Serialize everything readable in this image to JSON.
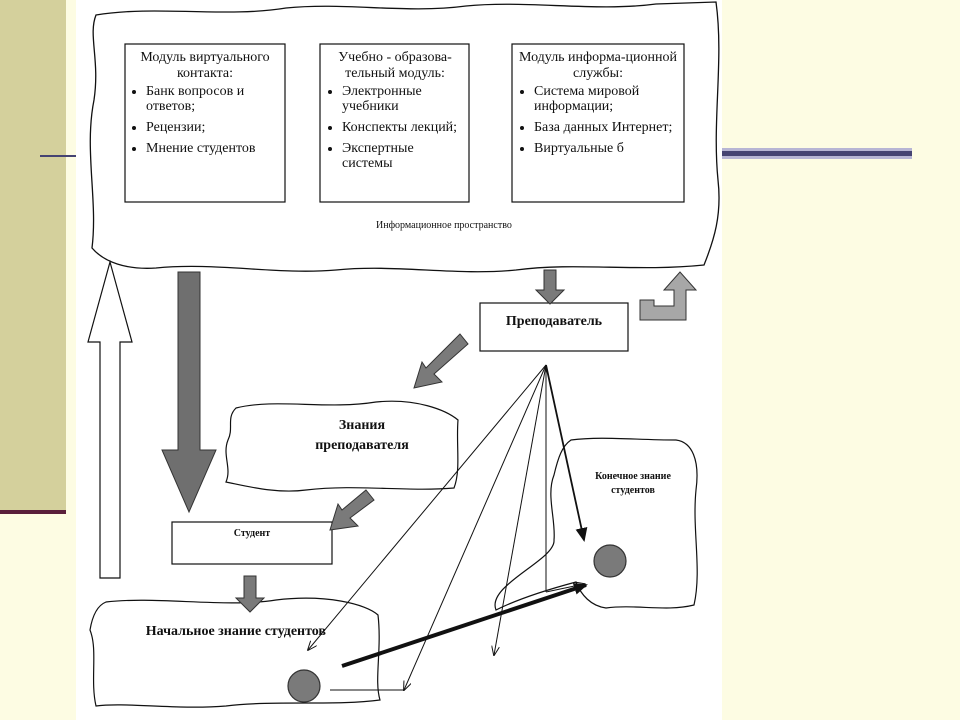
{
  "modules": [
    {
      "title": "Модуль виртуального контакта:",
      "items": [
        "Банк вопросов и ответов;",
        "Рецензии;",
        "Мнение студентов"
      ]
    },
    {
      "title": "Учебно - образова-тельный модуль:",
      "items": [
        "Электронные учебники",
        "Конспекты лекций;",
        "Экспертные системы"
      ]
    },
    {
      "title": "Модуль информа-ционной службы:",
      "items": [
        "Система мировой информации;",
        "База данных Интернет;",
        "Виртуальные б"
      ]
    }
  ],
  "info_space_label": "Информационное пространство",
  "teacher_label": "Преподаватель",
  "teacher_knowledge_label": "Знания преподавателя",
  "student_label": "Студент",
  "initial_knowledge_label": "Начальное знание студентов",
  "final_knowledge_label": "Конечное знание студентов",
  "colors": {
    "background": "#fdfce3",
    "left_band": "#d4d09c",
    "accent_line": "#5a1f3a",
    "rule_dark": "#454372",
    "arrow_gray": "#6f6f6f",
    "dot_gray": "#7a7a7a"
  }
}
